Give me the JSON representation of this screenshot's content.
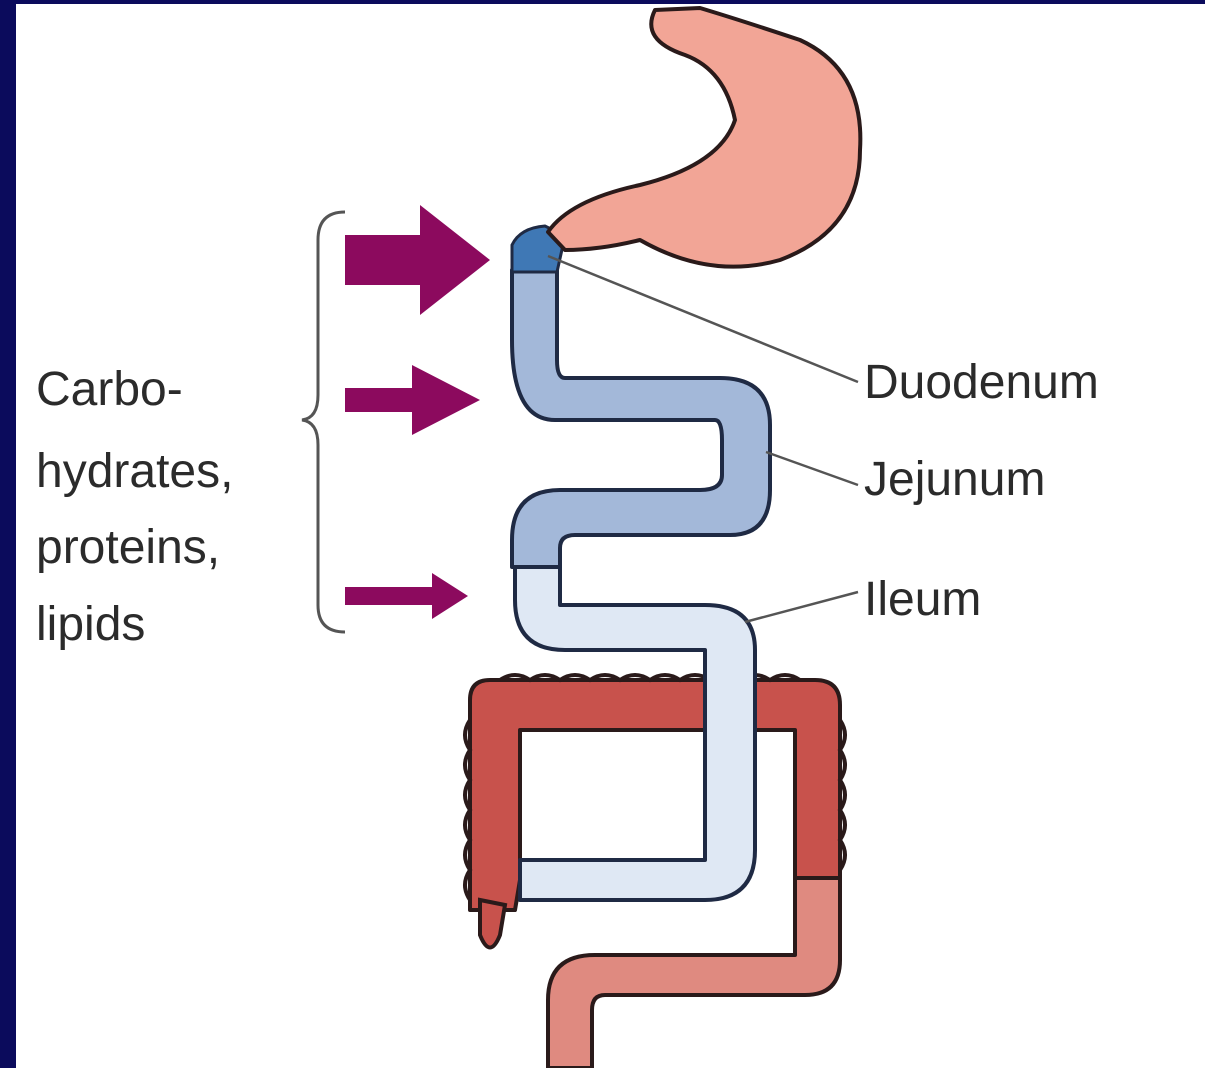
{
  "nutrients_label": {
    "lines": [
      "Carbo-",
      "hydrates,",
      "proteins,",
      "lipids"
    ]
  },
  "labels": {
    "duodenum": "Duodenum",
    "jejunum": "Jejunum",
    "ileum": "Ileum"
  },
  "colors": {
    "frame": "#0b0b5c",
    "stomach": "#f2a596",
    "duodenum": "#3f78b5",
    "jejunum": "#a3b8d9",
    "ileum": "#dfe8f4",
    "colon": "#c8524c",
    "rectum": "#df8a80",
    "arrow": "#8c0a5e"
  }
}
